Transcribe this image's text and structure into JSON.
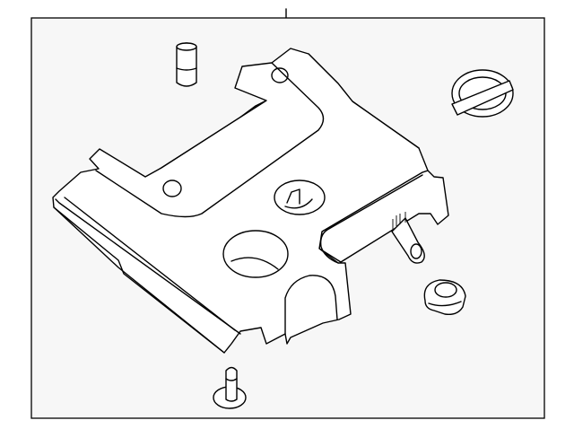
{
  "diagram": {
    "type": "exploded parts diagram",
    "colors": {
      "frame_background": "#f7f7f7",
      "line": "#000000",
      "part_fill": "#ffffff"
    },
    "parts": [
      "engine-cover",
      "pin",
      "oil-cap-seal",
      "grommet",
      "bolt"
    ]
  }
}
